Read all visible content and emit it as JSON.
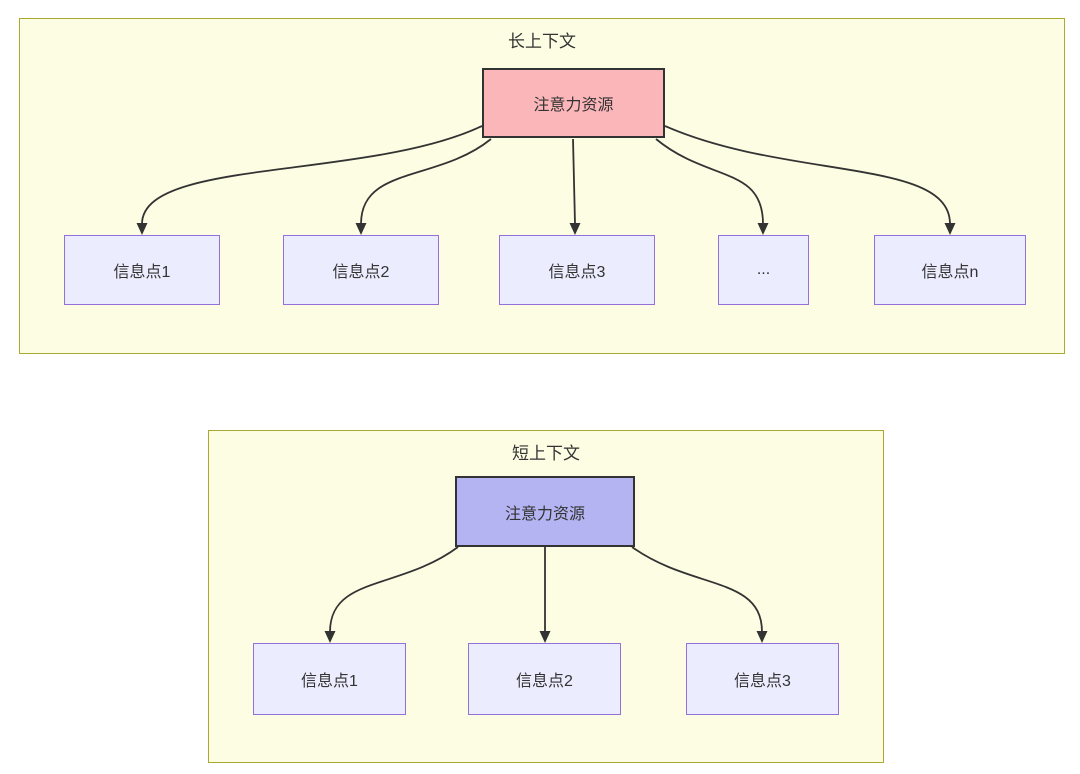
{
  "colors": {
    "cluster_fill": "#fdfde3",
    "cluster_border": "#aaaa33",
    "node_fill": "#ececff",
    "node_border": "#9370db",
    "source_border": "#333333",
    "long_source_fill": "#fbb6b9",
    "short_source_fill": "#b4b4f2",
    "edge": "#333333",
    "text": "#333333",
    "page_bg": "#ffffff"
  },
  "diagrams": [
    {
      "title": "长上下文",
      "source": {
        "label": "注意力资源"
      },
      "targets": [
        {
          "label": "信息点1"
        },
        {
          "label": "信息点2"
        },
        {
          "label": "信息点3"
        },
        {
          "label": "..."
        },
        {
          "label": "信息点n"
        }
      ]
    },
    {
      "title": "短上下文",
      "source": {
        "label": "注意力资源"
      },
      "targets": [
        {
          "label": "信息点1"
        },
        {
          "label": "信息点2"
        },
        {
          "label": "信息点3"
        }
      ]
    }
  ]
}
